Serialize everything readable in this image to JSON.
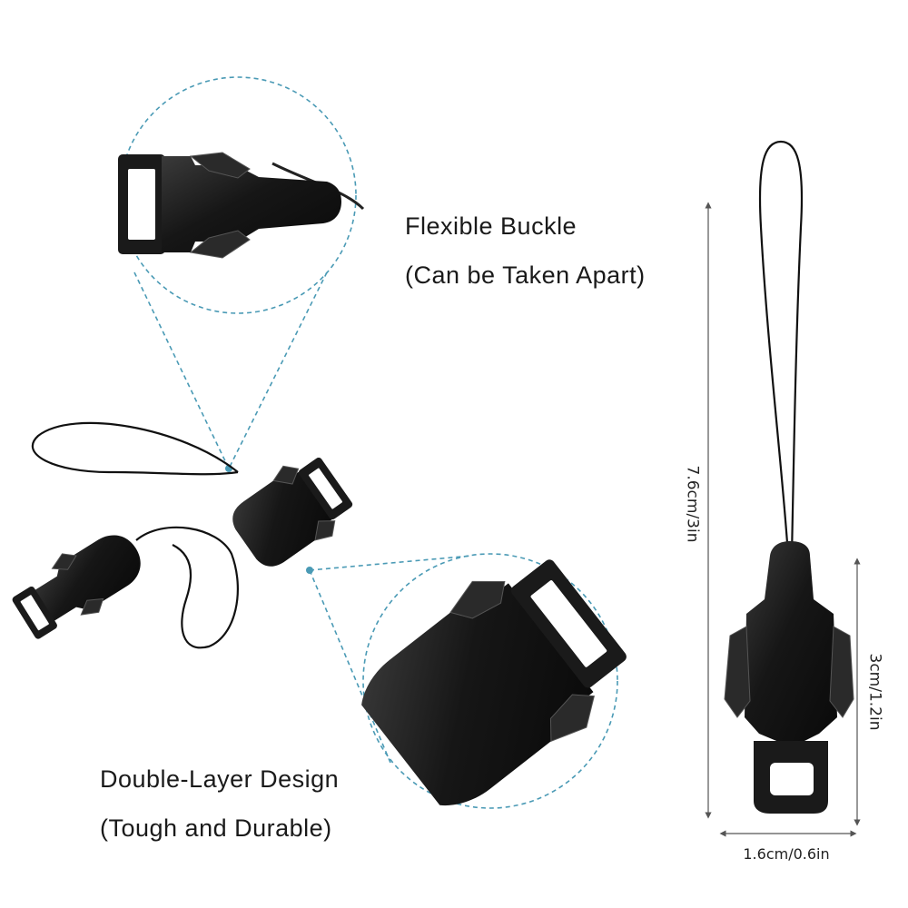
{
  "callouts": {
    "top": {
      "line1": "Flexible Buckle",
      "line2": "(Can be Taken Apart)"
    },
    "bottom": {
      "line1": "Double-Layer Design",
      "line2": "(Tough and Durable)"
    }
  },
  "dimensions": {
    "length": "7.6cm/3in",
    "height": "3cm/1.2in",
    "width": "1.6cm/0.6in"
  },
  "colors": {
    "dashed_circle": "#4a9ab5",
    "plastic": "#161616",
    "dimension_line": "#555555"
  }
}
